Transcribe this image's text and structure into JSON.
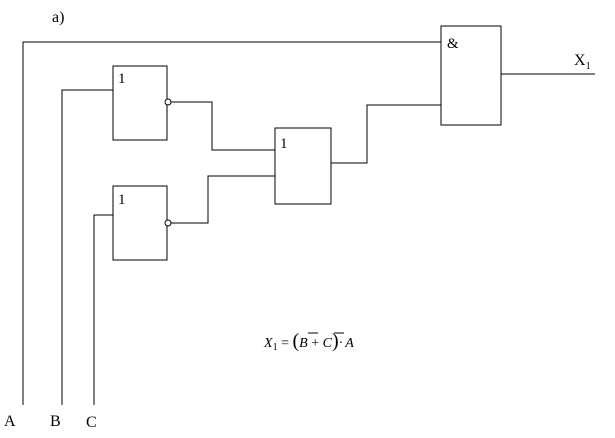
{
  "title": "a)",
  "inputs": {
    "a": "A",
    "b": "B",
    "c": "C"
  },
  "gates": {
    "not_b": "1",
    "not_c": "1",
    "or": "1",
    "and": "&"
  },
  "output": {
    "name": "X",
    "sub": "1"
  },
  "formula": {
    "lhs": "X",
    "lhs_sub": "1",
    "eq": " = ",
    "open": "(",
    "b": "B",
    "plus": " + ",
    "c": "C",
    "close": ")",
    "dot": "·",
    "a": "A"
  }
}
